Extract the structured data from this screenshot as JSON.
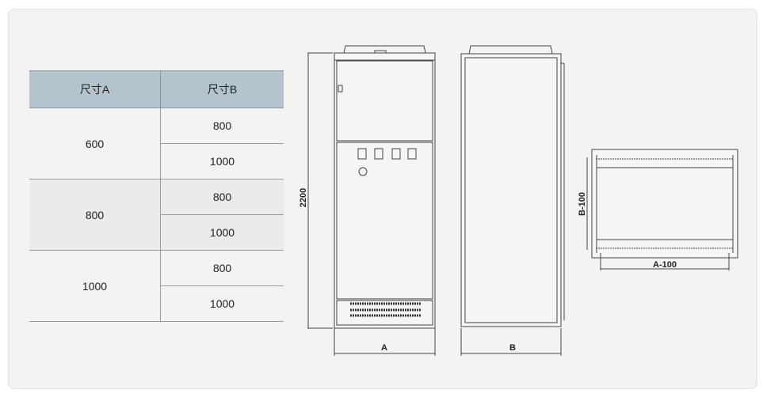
{
  "table": {
    "headers": [
      "尺寸A",
      "尺寸B"
    ],
    "groups": [
      {
        "a": "600",
        "b": [
          "800",
          "1000"
        ]
      },
      {
        "a": "800",
        "b": [
          "800",
          "1000"
        ]
      },
      {
        "a": "1000",
        "b": [
          "800",
          "1000"
        ]
      }
    ]
  },
  "drawing": {
    "height_label": "2200",
    "front_width_label": "A",
    "side_width_label": "B",
    "top_width_label": "A-100",
    "top_depth_label": "B-100"
  }
}
